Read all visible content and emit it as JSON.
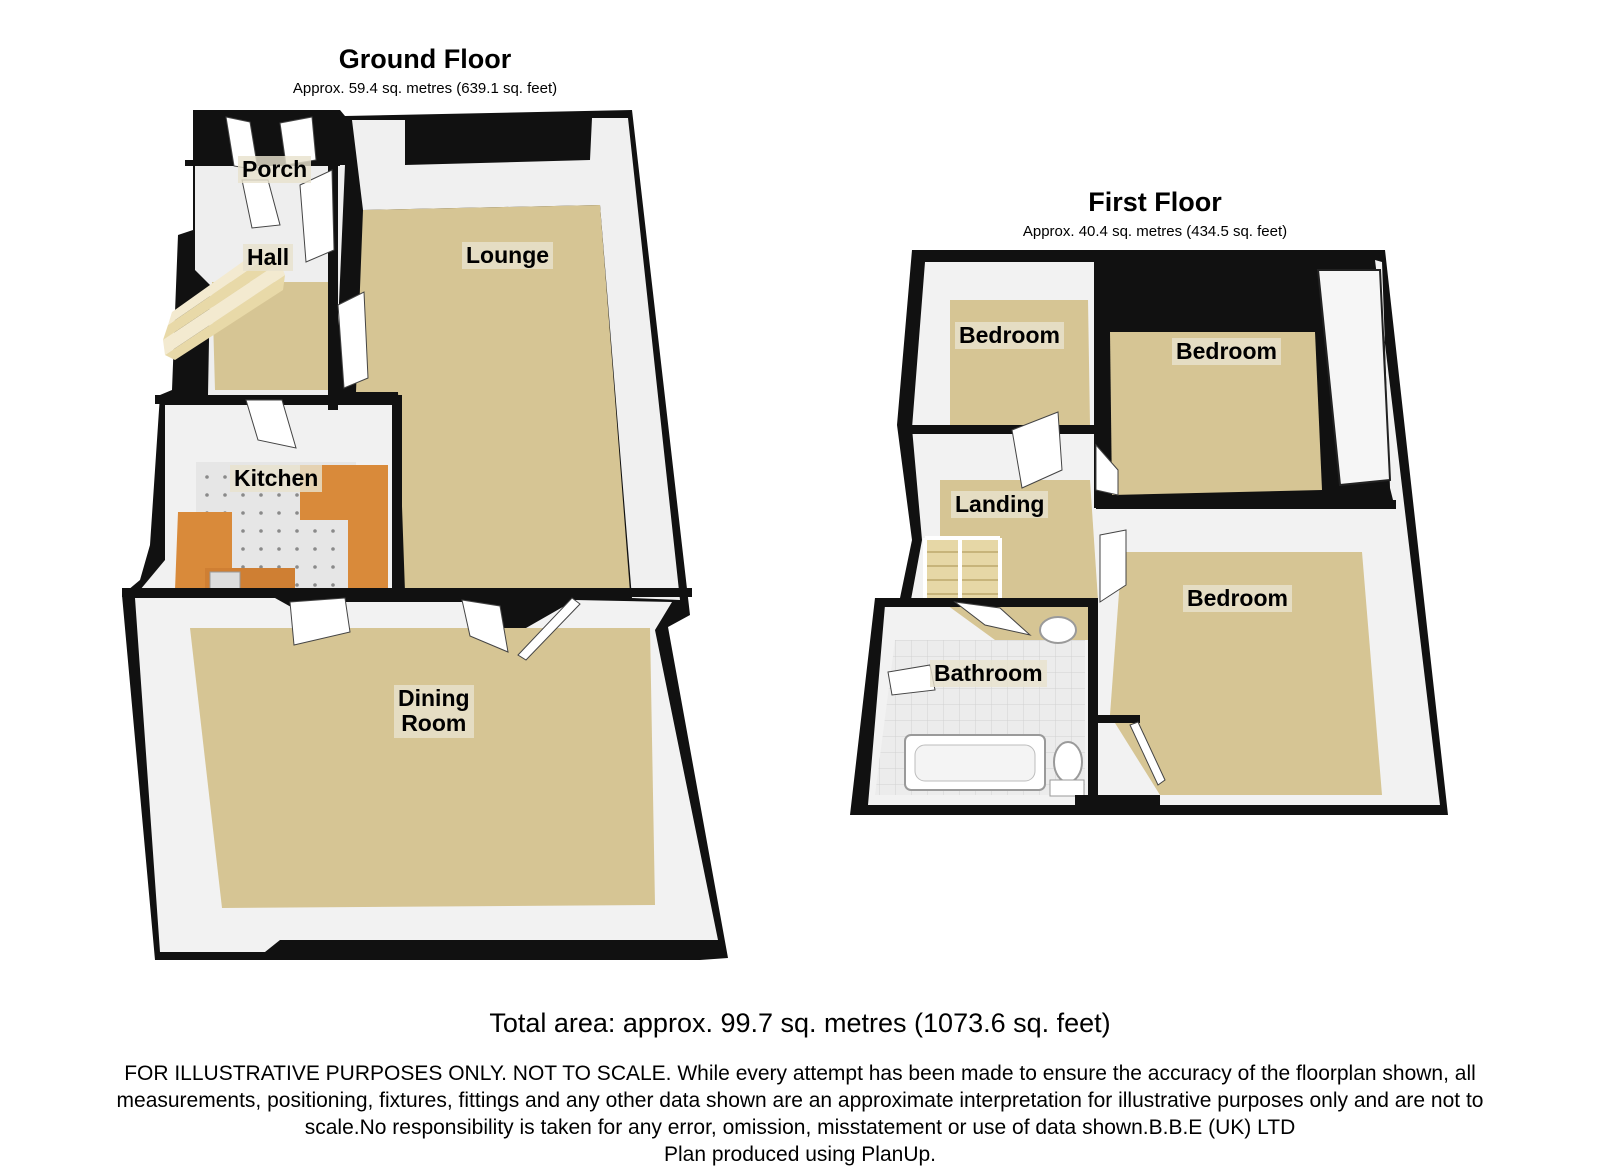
{
  "ground_floor": {
    "title": "Ground Floor",
    "area": "Approx.  59.4 sq. metres (639.1 sq. feet)",
    "rooms": {
      "porch": "Porch",
      "hall": "Hall",
      "lounge": "Lounge",
      "kitchen": "Kitchen",
      "dining_line1": "Dining",
      "dining_line2": "Room"
    }
  },
  "first_floor": {
    "title": "First Floor",
    "area": "Approx.  40.4 sq. metres (434.5 sq. feet)",
    "rooms": {
      "bedroom1": "Bedroom",
      "bedroom2": "Bedroom",
      "bedroom3": "Bedroom",
      "landing": "Landing",
      "bathroom": "Bathroom"
    }
  },
  "total_area": "Total area: approx.  99.7 sq. metres (1073.6 sq. feet)",
  "disclaimer": {
    "line1": "FOR ILLUSTRATIVE PURPOSES ONLY. NOT TO SCALE. While every attempt has been made to ensure the accuracy of the floorplan shown, all",
    "line2": "measurements, positioning, fixtures, fittings and any other data shown are an approximate interpretation for illustrative purposes only and are not to",
    "line3": "scale.No responsibility is taken for any error, omission, misstatement or use of data shown.B.B.E (UK) LTD",
    "line4": "Plan produced using PlanUp."
  },
  "colors": {
    "wall": "#111111",
    "wall_face": "#f2f2f2",
    "carpet": "#d6c594",
    "kitchen_counter": "#d98a3a",
    "kitchen_floor": "#e6e6e6",
    "bathroom_floor": "#ececec",
    "door": "#ffffff"
  }
}
